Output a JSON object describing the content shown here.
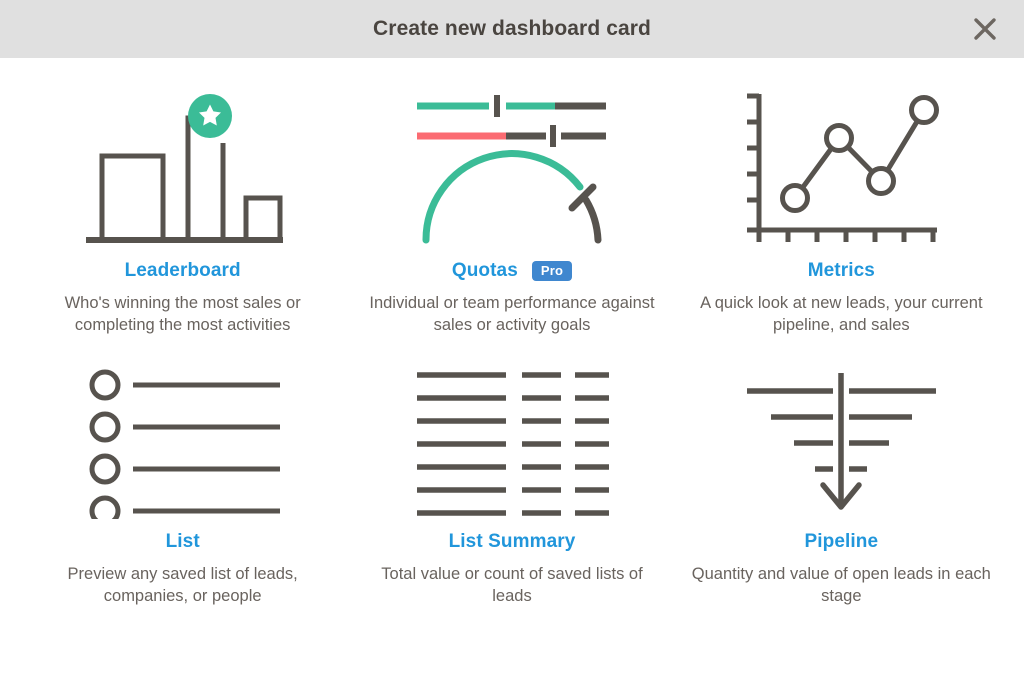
{
  "header": {
    "title": "Create new dashboard card",
    "close_label": "Close",
    "close_icon": "close-icon",
    "background": "#e0e0e0",
    "title_color": "#4a4540"
  },
  "theme": {
    "link_blue": "#2196db",
    "badge_blue": "#3f87cf",
    "stroke_gray": "#57534e",
    "accent_green": "#3bbc97",
    "accent_red": "#fb6b72",
    "body_text": "#69635e",
    "page_background": "#ffffff"
  },
  "cards": [
    {
      "id": "leaderboard",
      "icon": "leaderboard-bar-chart-icon",
      "label": "Leaderboard",
      "badge": null,
      "description": "Who's winning the most sales or completing the most activities"
    },
    {
      "id": "quotas",
      "icon": "quotas-gauge-icon",
      "label": "Quotas",
      "badge": "Pro",
      "description": "Individual or team performance against sales or activity goals"
    },
    {
      "id": "metrics",
      "icon": "metrics-line-chart-icon",
      "label": "Metrics",
      "badge": null,
      "description": "A quick look at new leads, your current pipeline, and sales"
    },
    {
      "id": "list",
      "icon": "list-bullets-icon",
      "label": "List",
      "badge": null,
      "description": "Preview any saved list of leads, companies, or people"
    },
    {
      "id": "list-summary",
      "icon": "list-summary-table-icon",
      "label": "List Summary",
      "badge": null,
      "description": "Total value or count of saved lists of leads"
    },
    {
      "id": "pipeline",
      "icon": "pipeline-funnel-icon",
      "label": "Pipeline",
      "badge": null,
      "description": "Quantity and value of open leads in each stage"
    }
  ]
}
